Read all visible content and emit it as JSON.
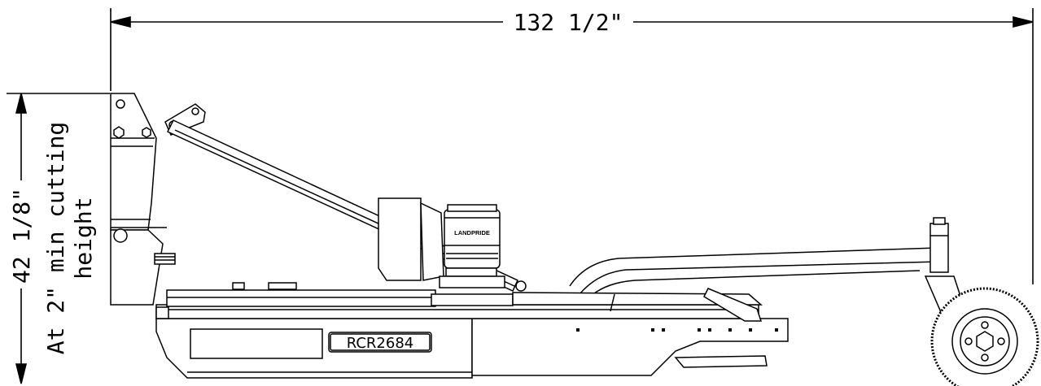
{
  "dimensions": {
    "overall_length": "132 1/2\"",
    "height_value": "42 1/8\"",
    "height_note_line1": "At 2\" min cutting",
    "height_note_line2": "height"
  },
  "labels": {
    "brand": "LANDPRIDE",
    "model": "RCR2684"
  }
}
